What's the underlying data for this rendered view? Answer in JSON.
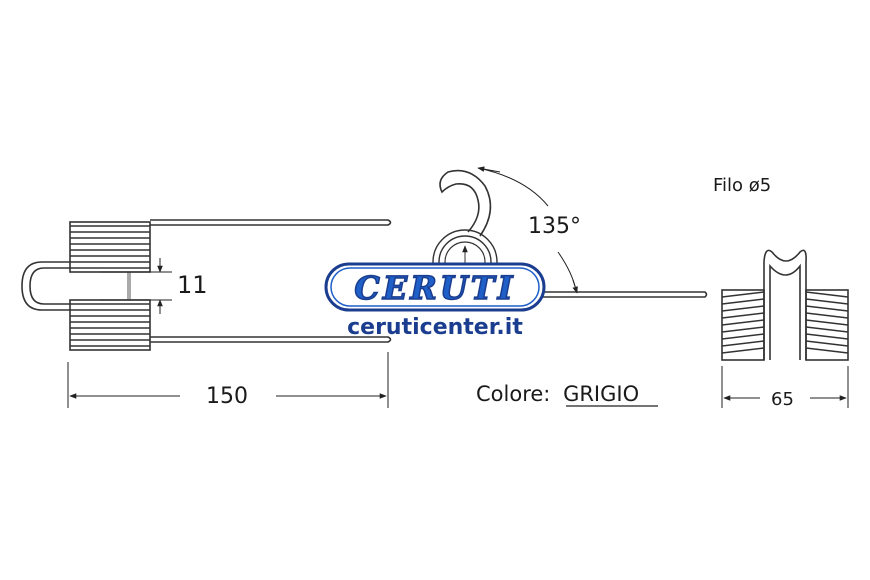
{
  "wire_label": "Filo ø5",
  "angle_label": "135°",
  "gap_label": "11",
  "length_label": "150",
  "width_label": "65",
  "color_prefix": "Colore:",
  "color_value": "GRIGIO",
  "logo": {
    "brand": "CERUTI",
    "url": "ceruticenter.it",
    "brand_color": "#1b3d8f",
    "fill_color": "#1f5fc8"
  }
}
